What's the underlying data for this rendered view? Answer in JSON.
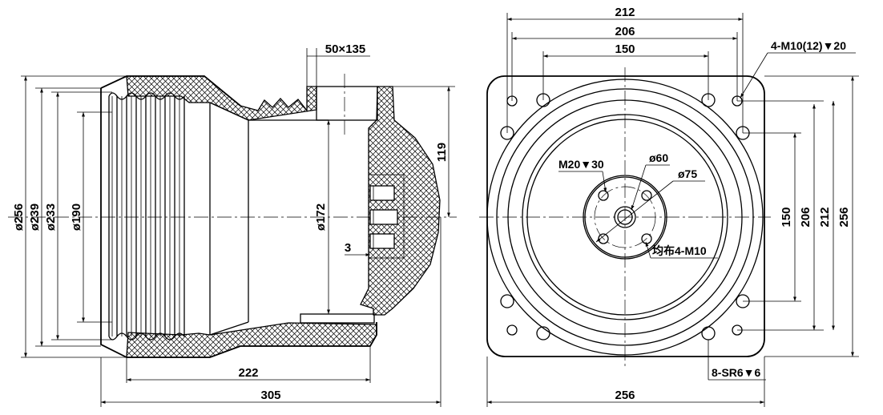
{
  "side_view": {
    "dimensions": {
      "d256": "ø256",
      "d239": "ø239",
      "d233": "ø233",
      "d190": "ø190",
      "d172": "ø172",
      "w222": "222",
      "w305": "305",
      "h119": "119",
      "slot": "50×135",
      "gap": "3"
    }
  },
  "front_view": {
    "dimensions": {
      "top212": "212",
      "top206": "206",
      "top150": "150",
      "bot256": "256",
      "r150": "150",
      "r206": "206",
      "r212": "212",
      "r256": "256"
    },
    "callouts": {
      "m10_holes": "4-M10(12)▼20",
      "m20": "M20▼30",
      "d60": "ø60",
      "d75": "ø75",
      "even_m10": "均布4-M10",
      "sr6": "8-SR6▼6"
    }
  }
}
